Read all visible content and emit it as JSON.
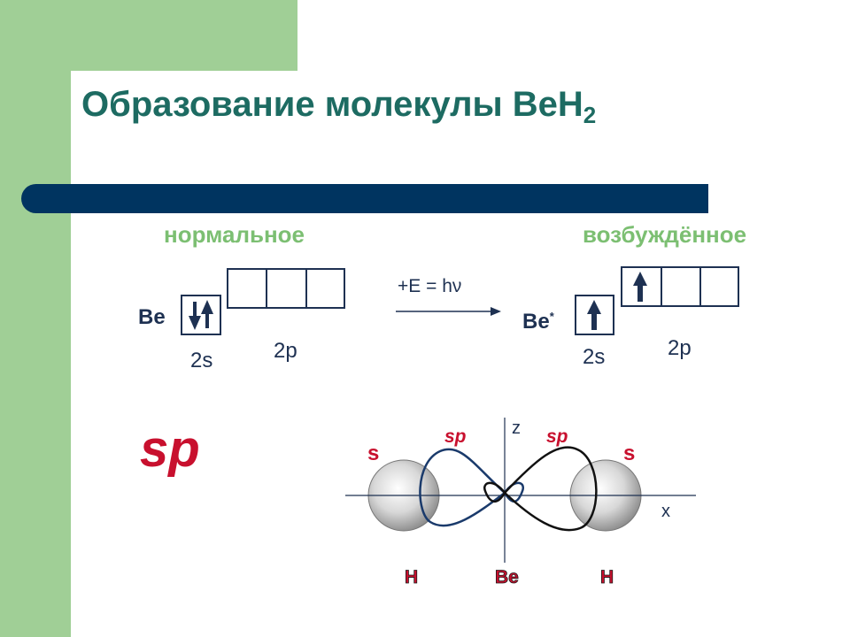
{
  "title": {
    "main": "Образование молекулы BeH",
    "sub": "2"
  },
  "states": {
    "normal": "нормальное",
    "excited": "возбуждённое"
  },
  "normal_config": {
    "atom": "Be",
    "s_label": "2s",
    "p_label": "2p"
  },
  "excited_config": {
    "atom": "Be",
    "atom_mark": "*",
    "s_label": "2s",
    "p_label": "2p"
  },
  "transition": {
    "label": "+E = hν"
  },
  "hybridization": {
    "label": "sp"
  },
  "diagram": {
    "orbital_s_left": "s",
    "orbital_s_right": "s",
    "lobe_left": "sp",
    "lobe_right": "sp",
    "axis_z": "z",
    "axis_x": "x",
    "atom_left": "H",
    "atom_center": "Be",
    "atom_right": "H"
  },
  "colors": {
    "accent_green": "#a0cf96",
    "title": "#1d6b62",
    "bar": "#003460",
    "red": "#c8102e",
    "dark": "#1e3152"
  }
}
